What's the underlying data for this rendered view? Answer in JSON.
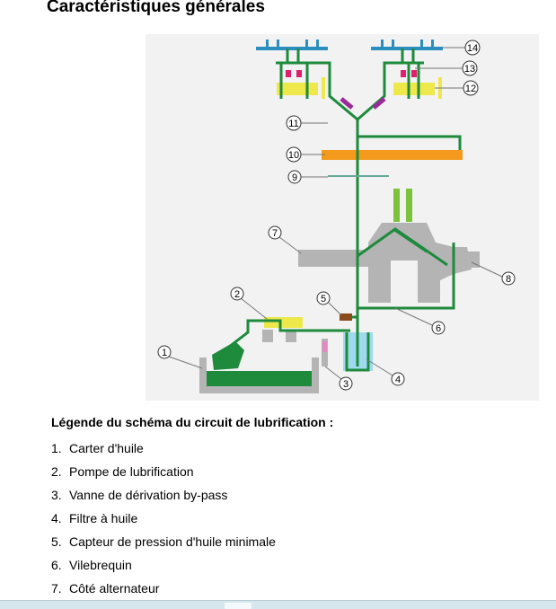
{
  "title": "Caractéristiques générales",
  "diagram": {
    "labels": [
      "1",
      "2",
      "3",
      "4",
      "5",
      "6",
      "7",
      "8",
      "9",
      "10",
      "11",
      "12",
      "13",
      "14"
    ],
    "colors": {
      "oil": "#1e8a3c",
      "housing": "#b4b4b4",
      "injector": "#eee84a",
      "camshaft": "#f39a1c",
      "rail": "#2a8fbf",
      "filter": "#9fd9ef"
    }
  },
  "legend": {
    "heading": "Légende du schéma du circuit de lubrification :",
    "items": [
      {
        "n": "1.",
        "label": "Carter d'huile"
      },
      {
        "n": "2.",
        "label": "Pompe de lubrification"
      },
      {
        "n": "3.",
        "label": "Vanne de dérivation by-pass"
      },
      {
        "n": "4.",
        "label": "Filtre à huile"
      },
      {
        "n": "5.",
        "label": "Capteur de pression d'huile minimale"
      },
      {
        "n": "6.",
        "label": "Vilebrequin"
      },
      {
        "n": "7.",
        "label": "Côté alternateur"
      }
    ]
  }
}
